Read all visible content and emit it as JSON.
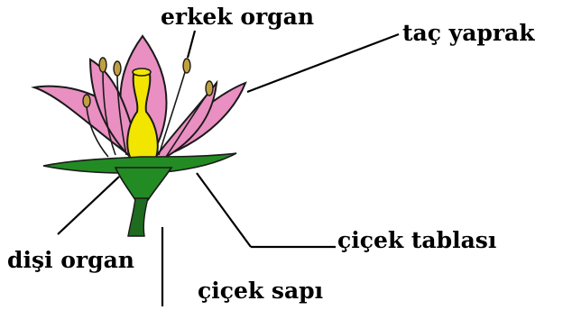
{
  "labels": {
    "erkek_organ": "erkek organ",
    "tac_yaprak": "taç yaprak",
    "cicek_tablasi": "çiçek tablası",
    "disi_organ": "dişi organ",
    "cicek_sapi": "çiçek sapı"
  },
  "colors": {
    "petal": "#e98fc1",
    "petal_outline": "#1a1a1a",
    "pistil": "#f2e500",
    "receptacle": "#238b23",
    "stem": "#1f6b1f",
    "leader_line": "#000000"
  }
}
